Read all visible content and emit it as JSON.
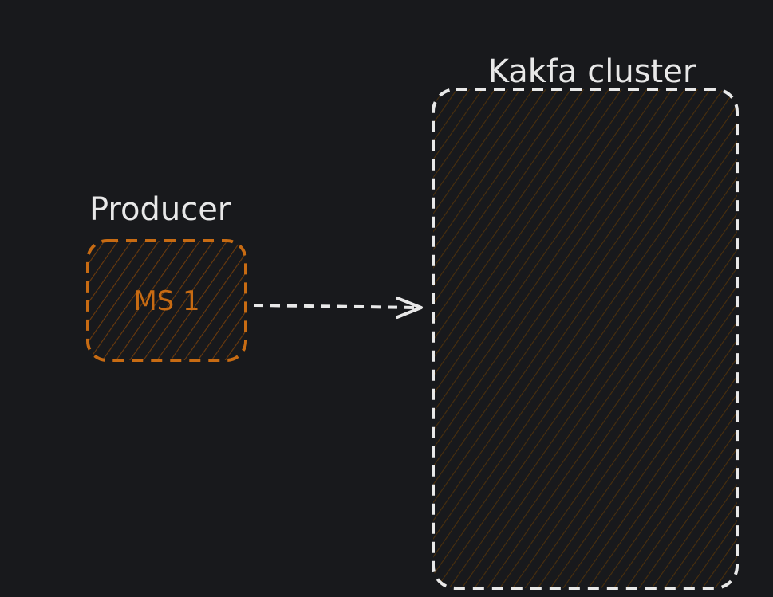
{
  "diagram": {
    "background": "#18191c",
    "producer": {
      "caption": "Producer",
      "node_label": "MS 1",
      "color": "#c76b13",
      "hatch_color": "#6b3a0c"
    },
    "cluster": {
      "caption": "Kakfa cluster",
      "stroke_color": "#e8e8e8",
      "hatch_color": "#4a2f0c"
    },
    "edge": {
      "from": "MS 1",
      "to": "Kakfa cluster",
      "style": "dashed",
      "color": "#e8e8e8"
    }
  }
}
